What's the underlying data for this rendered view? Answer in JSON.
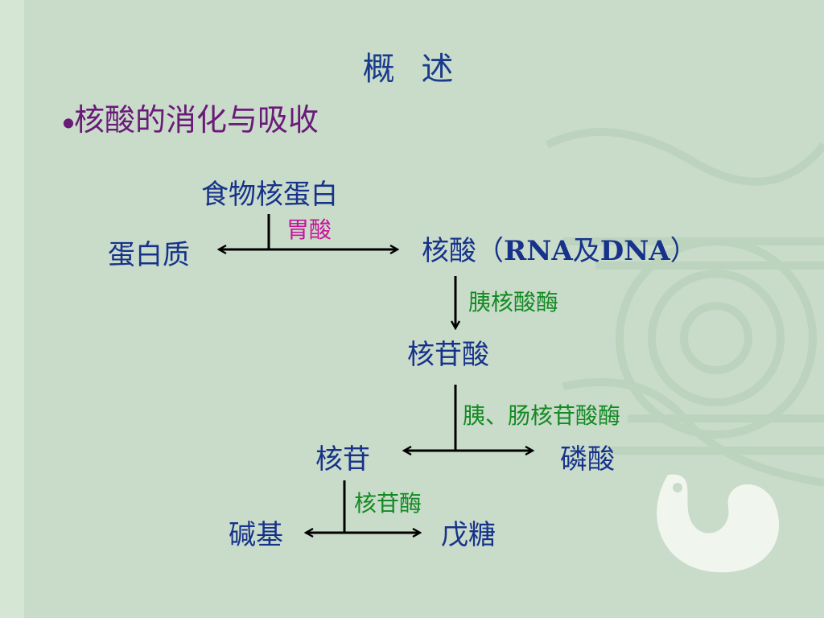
{
  "title": "概  述",
  "bullet": {
    "marker": "●",
    "text": "核酸的消化与吸收"
  },
  "nodes": {
    "food_nucleoprotein": "食物核蛋白",
    "protein": "蛋白质",
    "nucleic_acid_prefix": "核酸（",
    "nucleic_acid_rna": "RNA",
    "nucleic_acid_and": "及",
    "nucleic_acid_dna": "DNA",
    "nucleic_acid_suffix": "）",
    "nucleotide": "核苷酸",
    "nucleoside": "核苷",
    "phosphate": "磷酸",
    "base": "碱基",
    "pentose": "戊糖"
  },
  "enzymes": {
    "gastric_acid": "胃酸",
    "pancreatic_nuclease": "胰核酸酶",
    "nucleotidase": "胰、肠核苷酸酶",
    "nucleosidase": "核苷酶"
  },
  "colors": {
    "background": "#c9dcca",
    "title": "#1a3a8c",
    "bullet": "#6a1a78",
    "node": "#17328a",
    "enzyme": "#138a23",
    "acid": "#c8129a",
    "arrow": "#000000"
  }
}
